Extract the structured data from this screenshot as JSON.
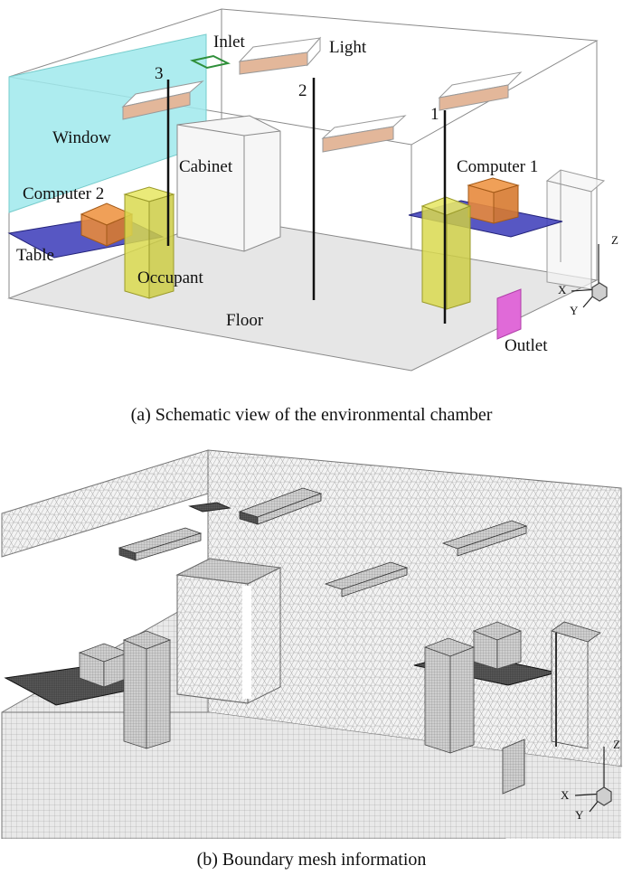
{
  "panel_a": {
    "caption": "(a) Schematic view of the environmental chamber",
    "labels": {
      "inlet": "Inlet",
      "light": "Light",
      "window": "Window",
      "cabinet": "Cabinet",
      "computer_1": "Computer 1",
      "computer_2": "Computer 2",
      "table": "Table",
      "occupant": "Occupant",
      "floor": "Floor",
      "outlet": "Outlet",
      "pole_1": "1",
      "pole_2": "2",
      "pole_3": "3"
    },
    "axes": {
      "x": "X",
      "y": "Y",
      "z": "Z"
    },
    "colors": {
      "window": "#9fe9ec",
      "light": "#e3b79a",
      "computer": "#e7893d",
      "table": "#3a3ab8",
      "occupant": "#d9d94f",
      "outlet": "#e06ad8",
      "inlet": "#2f8f3a",
      "floor": "#e6e6e6"
    }
  },
  "panel_b": {
    "caption": "(b) Boundary mesh information",
    "axes": {
      "x": "X",
      "y": "Y",
      "z": "Z"
    }
  }
}
